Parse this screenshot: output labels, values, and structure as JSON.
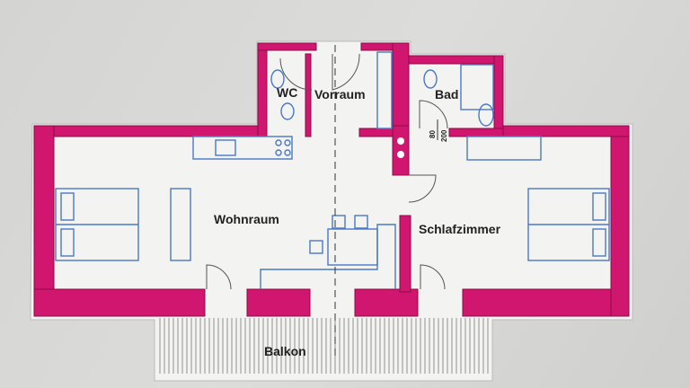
{
  "plan": {
    "rooms": {
      "wc": "WC",
      "vorraum": "Vorraum",
      "bad": "Bad",
      "wohnraum": "Wohnraum",
      "schlafzimmer": "Schlafzimmer",
      "balkon": "Balkon"
    },
    "door_dimension": {
      "width": "80",
      "height": "200"
    },
    "colors": {
      "wall": "#d0166f",
      "fixtures": "#4a78c8",
      "paper": "#f3f3f1"
    }
  }
}
